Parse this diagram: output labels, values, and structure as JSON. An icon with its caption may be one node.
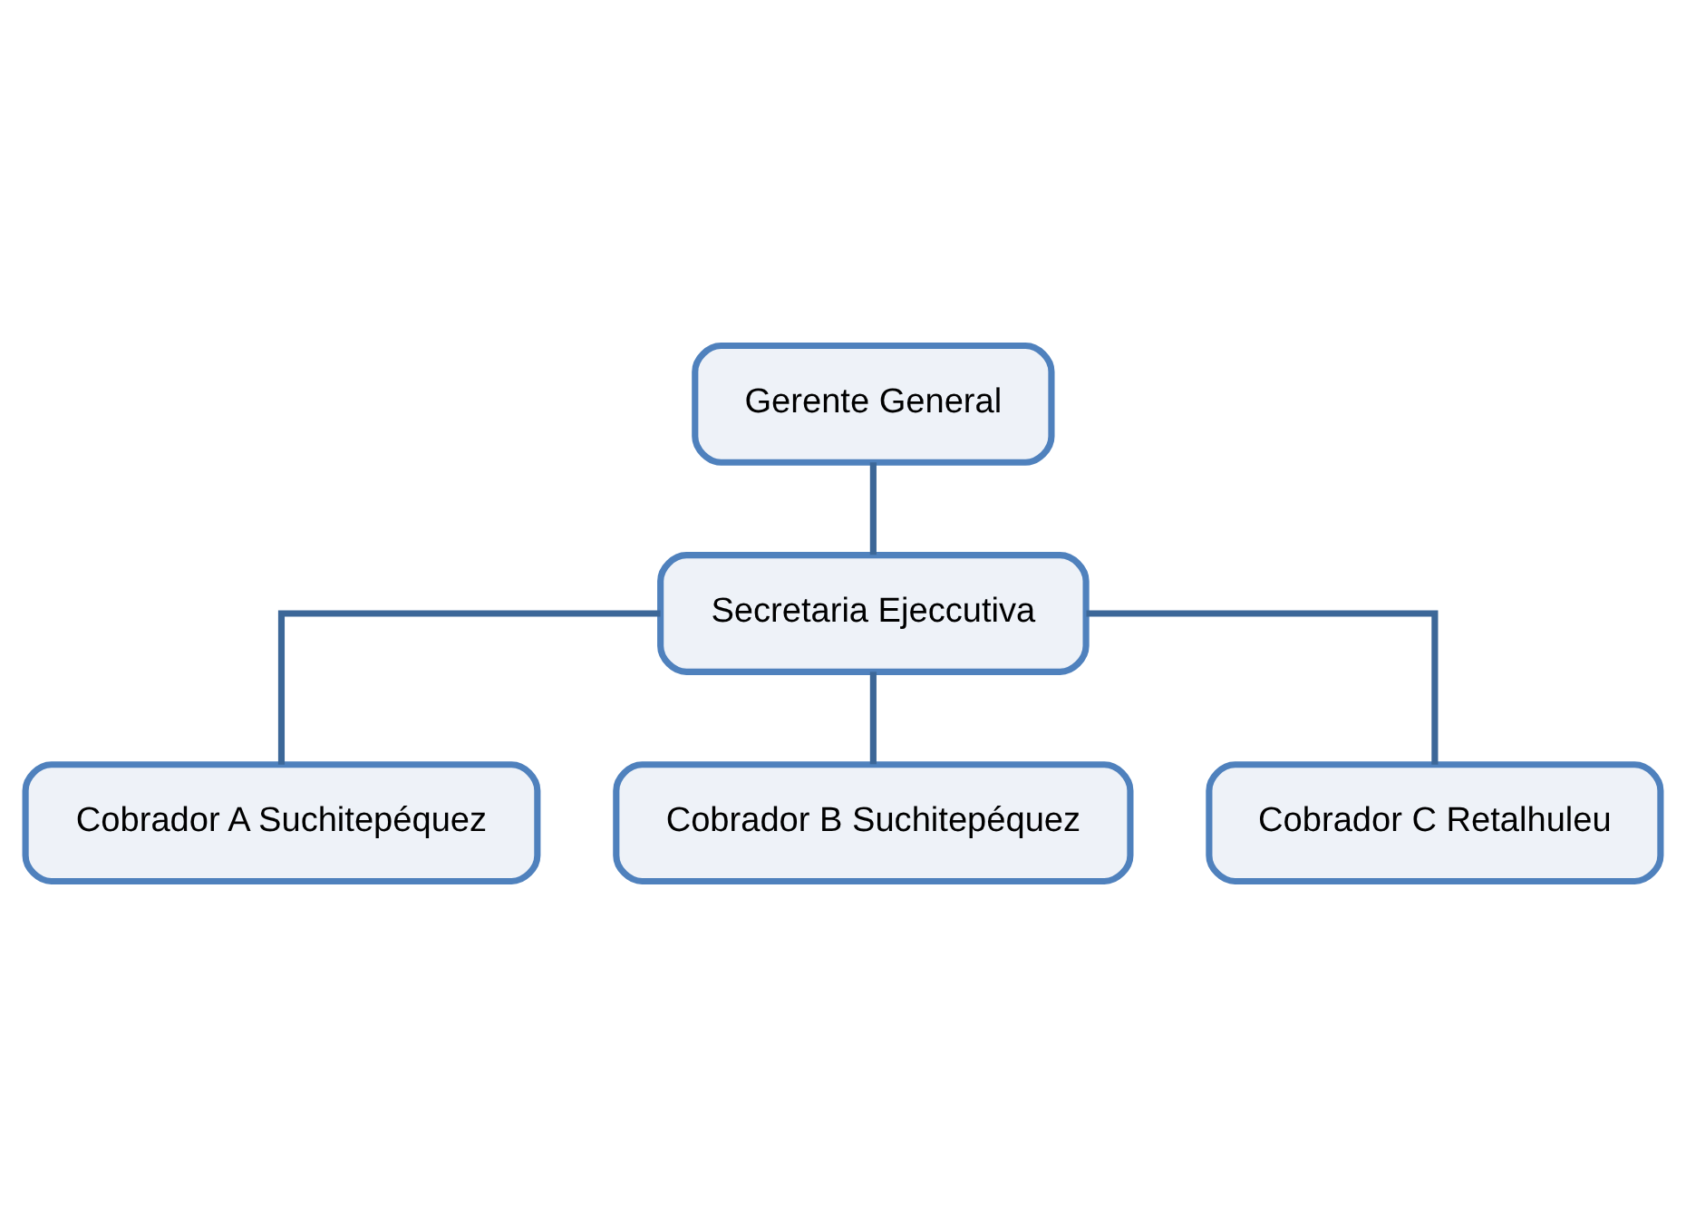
{
  "diagram": {
    "nodes": [
      {
        "text": [
          "Gerente General"
        ]
      },
      {
        "text": [
          "Secretaria Ejeccutiva"
        ]
      },
      {
        "text": [
          "Cobrador A Suchitepéquez"
        ]
      },
      {
        "text": [
          "Cobrador B Suchitepéquez"
        ]
      },
      {
        "text": [
          "Cobrador C Retalhuleu"
        ]
      }
    ],
    "edges": [
      {
        "from": 0,
        "to": 1,
        "arrow": "none"
      },
      {
        "from": 1,
        "to": 2,
        "arrow": "none"
      },
      {
        "from": 1,
        "to": 3,
        "arrow": "none"
      },
      {
        "from": 1,
        "to": 4,
        "arrow": "none"
      }
    ]
  }
}
